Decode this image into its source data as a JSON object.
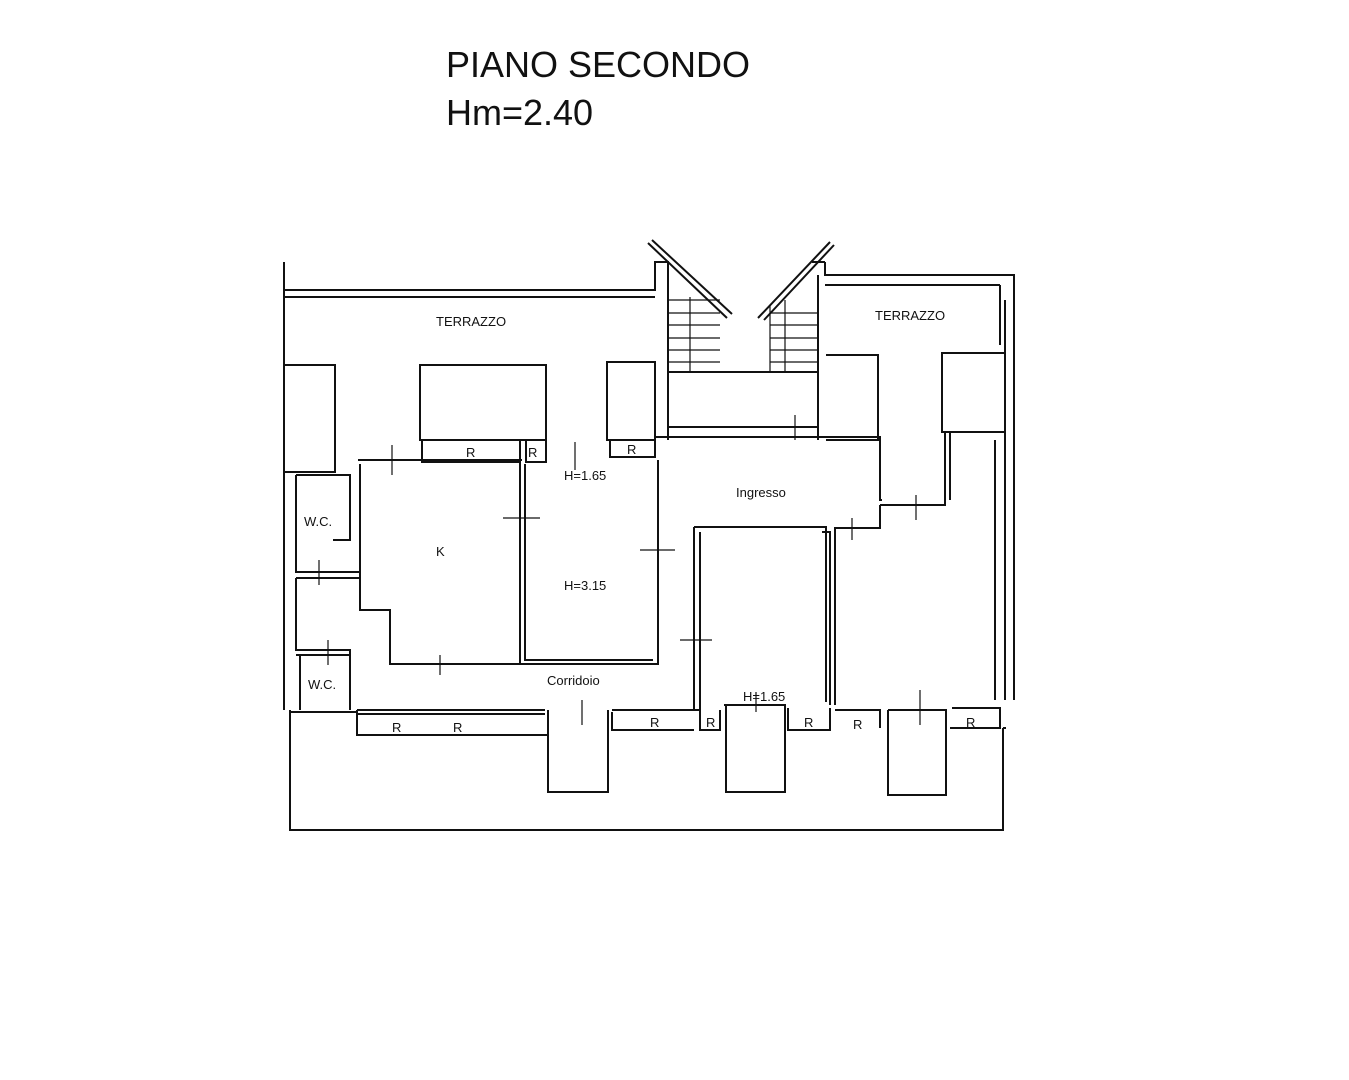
{
  "header": {
    "title": "PIANO SECONDO",
    "height_label": "Hm=2.40"
  },
  "plan": {
    "terrazzo_left": "TERRAZZO",
    "terrazzo_right": "TERRAZZO",
    "wc_upper": "W.C.",
    "wc_lower": "W.C.",
    "kitchen": "K",
    "height_top": "H=1.65",
    "height_room": "H=3.15",
    "ingresso": "Ingresso",
    "corridoio": "Corridoio",
    "height_bottom": "H=1.65",
    "r_labels": [
      "R",
      "R",
      "R",
      "R",
      "R",
      "R",
      "R",
      "R",
      "R",
      "R"
    ]
  }
}
